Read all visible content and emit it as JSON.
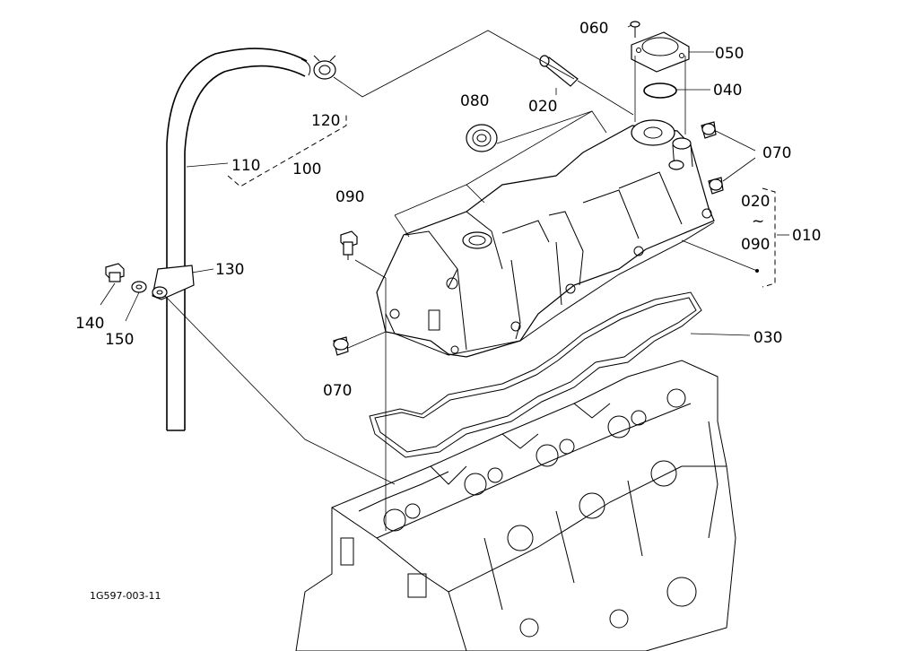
{
  "diagram": {
    "drawing_code": "1G597-003-11",
    "callouts": {
      "p060": "060",
      "p050": "050",
      "p040": "040",
      "p020a": "020",
      "p080": "080",
      "p070a": "070",
      "p120": "120",
      "p110": "110",
      "p100": "100",
      "p090a": "090",
      "p020b": "020",
      "tilde": "~",
      "p090b": "090",
      "p010": "010",
      "p130": "130",
      "p140": "140",
      "p150": "150",
      "p030": "030",
      "p070b": "070"
    }
  }
}
